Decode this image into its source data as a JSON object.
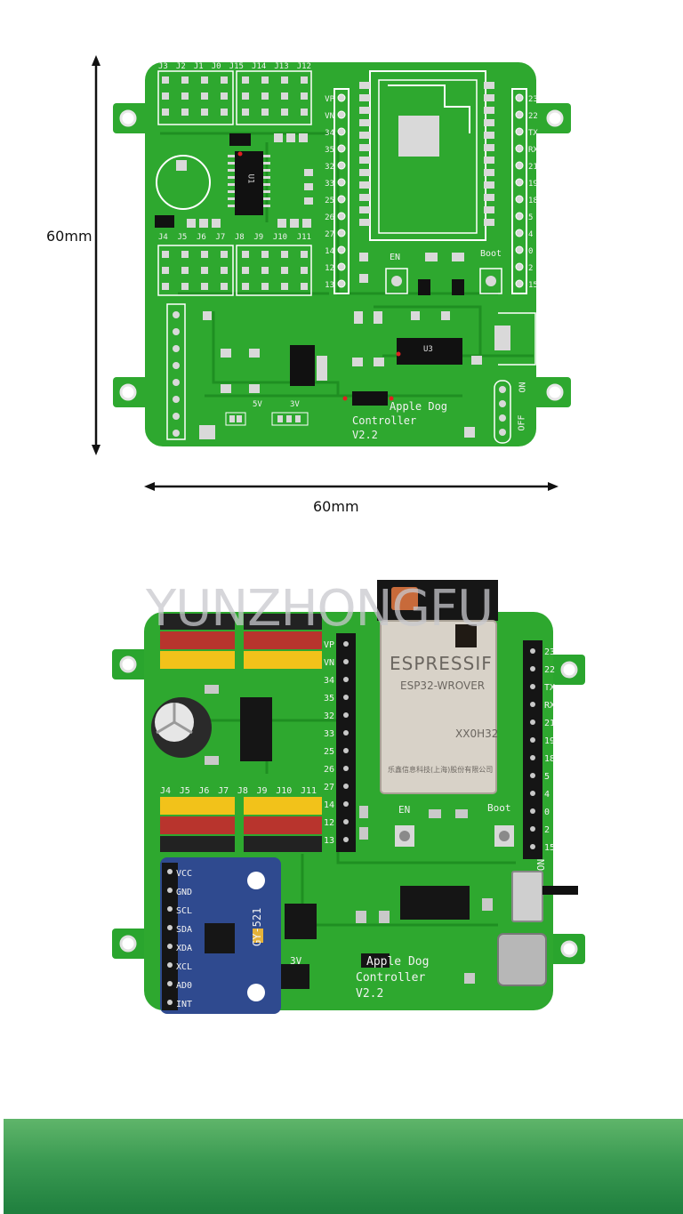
{
  "dimensions": {
    "height_label": "60mm",
    "width_label": "60mm"
  },
  "top_board": {
    "header_labels_top": [
      "J3",
      "J2",
      "J1",
      "J0",
      "J15",
      "J14",
      "J13",
      "J12"
    ],
    "header_labels_bottom": [
      "J4",
      "J5",
      "J6",
      "J7",
      "J8",
      "J9",
      "J10",
      "J11"
    ],
    "left_pins": [
      "VP",
      "VN",
      "34",
      "35",
      "32",
      "33",
      "25",
      "26",
      "27",
      "14",
      "12",
      "13"
    ],
    "right_pins": [
      "23",
      "22",
      "TX",
      "RX",
      "21",
      "19",
      "18",
      "5",
      "4",
      "0",
      "2",
      "15"
    ],
    "ic_label": "U1",
    "ic2_label": "U3",
    "button_en": "EN",
    "button_boot": "Boot",
    "power_labels": [
      "5V",
      "3V"
    ],
    "switch_on": "ON",
    "switch_off": "OFF",
    "title_line1": "Apple Dog",
    "title_line2": "Controller",
    "version": "V2.2"
  },
  "bottom_board": {
    "watermark": "YUNZHONGFU",
    "module_brand": "ESPRESSIF",
    "module_model": "ESP32-WROVER",
    "module_code": "XX0H32",
    "module_maker": "乐鑫信息科技(上海)股份有限公司",
    "sensor_pins": [
      "VCC",
      "GND",
      "SCL",
      "SDA",
      "XDA",
      "XCL",
      "AD0",
      "INT"
    ],
    "sensor_name": "GY-521",
    "header_labels_top": [
      "J4",
      "J5",
      "J6",
      "J7",
      "J8",
      "J9",
      "J10",
      "J11"
    ],
    "left_pins": [
      "VP",
      "VN",
      "34",
      "35",
      "32",
      "33",
      "25",
      "26",
      "27",
      "14",
      "12",
      "13"
    ],
    "right_pins": [
      "23",
      "22",
      "TX",
      "RX",
      "21",
      "19",
      "18",
      "5",
      "4",
      "0",
      "2",
      "15"
    ],
    "button_en": "EN",
    "button_boot": "Boot",
    "power_label": "3V",
    "switch_on": "ON",
    "title_line1": "Apple Dog",
    "title_line2": "Controller",
    "version": "V2.2"
  },
  "colors": {
    "pcb_green": "#2ea82f",
    "pcb_trace": "#1f8f22",
    "pad_silver": "#d9d9d9",
    "sensor_blue": "#2f4a8f",
    "header_yellow": "#f2c21a",
    "header_red": "#b8342d",
    "banner_green": "#2f8f45"
  }
}
